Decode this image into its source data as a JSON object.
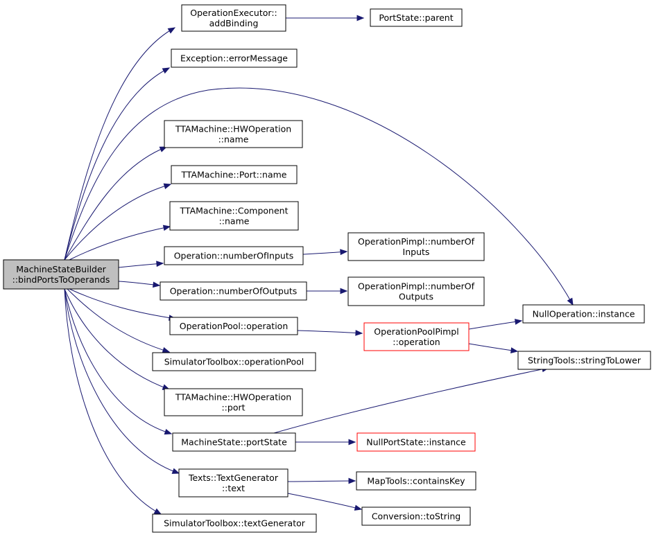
{
  "diagram": {
    "colors": {
      "edge": "#191970",
      "node_border": "#000000",
      "highlight_border": "#ff0000",
      "root_fill": "#bfbfbf",
      "node_fill": "#ffffff"
    },
    "nodes": [
      {
        "id": "root",
        "lines": [
          "MachineStateBuilder",
          "::bindPortsToOperands"
        ],
        "style": "root"
      },
      {
        "id": "opexec_addbinding",
        "lines": [
          "OperationExecutor::",
          "addBinding"
        ],
        "style": "normal"
      },
      {
        "id": "portstate_parent",
        "lines": [
          "PortState::parent"
        ],
        "style": "normal"
      },
      {
        "id": "exception_errormessage",
        "lines": [
          "Exception::errorMessage"
        ],
        "style": "normal"
      },
      {
        "id": "hwop_name",
        "lines": [
          "TTAMachine::HWOperation",
          "::name"
        ],
        "style": "normal"
      },
      {
        "id": "port_name",
        "lines": [
          "TTAMachine::Port::name"
        ],
        "style": "normal"
      },
      {
        "id": "component_name",
        "lines": [
          "TTAMachine::Component",
          "::name"
        ],
        "style": "normal"
      },
      {
        "id": "op_numinputs",
        "lines": [
          "Operation::numberOfInputs"
        ],
        "style": "normal"
      },
      {
        "id": "oppimpl_numinputs",
        "lines": [
          "OperationPimpl::numberOf",
          "Inputs"
        ],
        "style": "normal"
      },
      {
        "id": "op_numoutputs",
        "lines": [
          "Operation::numberOfOutputs"
        ],
        "style": "normal"
      },
      {
        "id": "oppimpl_numoutputs",
        "lines": [
          "OperationPimpl::numberOf",
          "Outputs"
        ],
        "style": "normal"
      },
      {
        "id": "nullop_instance",
        "lines": [
          "NullOperation::instance"
        ],
        "style": "normal"
      },
      {
        "id": "oppool_operation",
        "lines": [
          "OperationPool::operation"
        ],
        "style": "normal"
      },
      {
        "id": "oppoolpimpl_operation",
        "lines": [
          "OperationPoolPimpl",
          "::operation"
        ],
        "style": "highlight"
      },
      {
        "id": "stringtools_tolower",
        "lines": [
          "StringTools::stringToLower"
        ],
        "style": "normal"
      },
      {
        "id": "simtoolbox_oppool",
        "lines": [
          "SimulatorToolbox::operationPool"
        ],
        "style": "normal"
      },
      {
        "id": "hwop_port",
        "lines": [
          "TTAMachine::HWOperation",
          "::port"
        ],
        "style": "normal"
      },
      {
        "id": "machinestate_portstate",
        "lines": [
          "MachineState::portState"
        ],
        "style": "normal"
      },
      {
        "id": "nullportstate_instance",
        "lines": [
          "NullPortState::instance"
        ],
        "style": "highlight"
      },
      {
        "id": "textgen_text",
        "lines": [
          "Texts::TextGenerator",
          "::text"
        ],
        "style": "normal"
      },
      {
        "id": "maptools_containskey",
        "lines": [
          "MapTools::containsKey"
        ],
        "style": "normal"
      },
      {
        "id": "conversion_tostring",
        "lines": [
          "Conversion::toString"
        ],
        "style": "normal"
      },
      {
        "id": "simtoolbox_textgen",
        "lines": [
          "SimulatorToolbox::textGenerator"
        ],
        "style": "normal"
      }
    ],
    "edges": [
      {
        "from": "root",
        "to": "opexec_addbinding"
      },
      {
        "from": "opexec_addbinding",
        "to": "portstate_parent"
      },
      {
        "from": "root",
        "to": "exception_errormessage"
      },
      {
        "from": "root",
        "to": "nullop_instance"
      },
      {
        "from": "root",
        "to": "hwop_name"
      },
      {
        "from": "root",
        "to": "port_name"
      },
      {
        "from": "root",
        "to": "component_name"
      },
      {
        "from": "root",
        "to": "op_numinputs"
      },
      {
        "from": "op_numinputs",
        "to": "oppimpl_numinputs"
      },
      {
        "from": "root",
        "to": "op_numoutputs"
      },
      {
        "from": "op_numoutputs",
        "to": "oppimpl_numoutputs"
      },
      {
        "from": "root",
        "to": "oppool_operation"
      },
      {
        "from": "oppool_operation",
        "to": "oppoolpimpl_operation"
      },
      {
        "from": "oppoolpimpl_operation",
        "to": "nullop_instance"
      },
      {
        "from": "oppoolpimpl_operation",
        "to": "stringtools_tolower"
      },
      {
        "from": "root",
        "to": "simtoolbox_oppool"
      },
      {
        "from": "root",
        "to": "hwop_port"
      },
      {
        "from": "root",
        "to": "machinestate_portstate"
      },
      {
        "from": "machinestate_portstate",
        "to": "stringtools_tolower"
      },
      {
        "from": "machinestate_portstate",
        "to": "nullportstate_instance"
      },
      {
        "from": "root",
        "to": "textgen_text"
      },
      {
        "from": "textgen_text",
        "to": "maptools_containskey"
      },
      {
        "from": "textgen_text",
        "to": "conversion_tostring"
      },
      {
        "from": "root",
        "to": "simtoolbox_textgen"
      }
    ]
  }
}
